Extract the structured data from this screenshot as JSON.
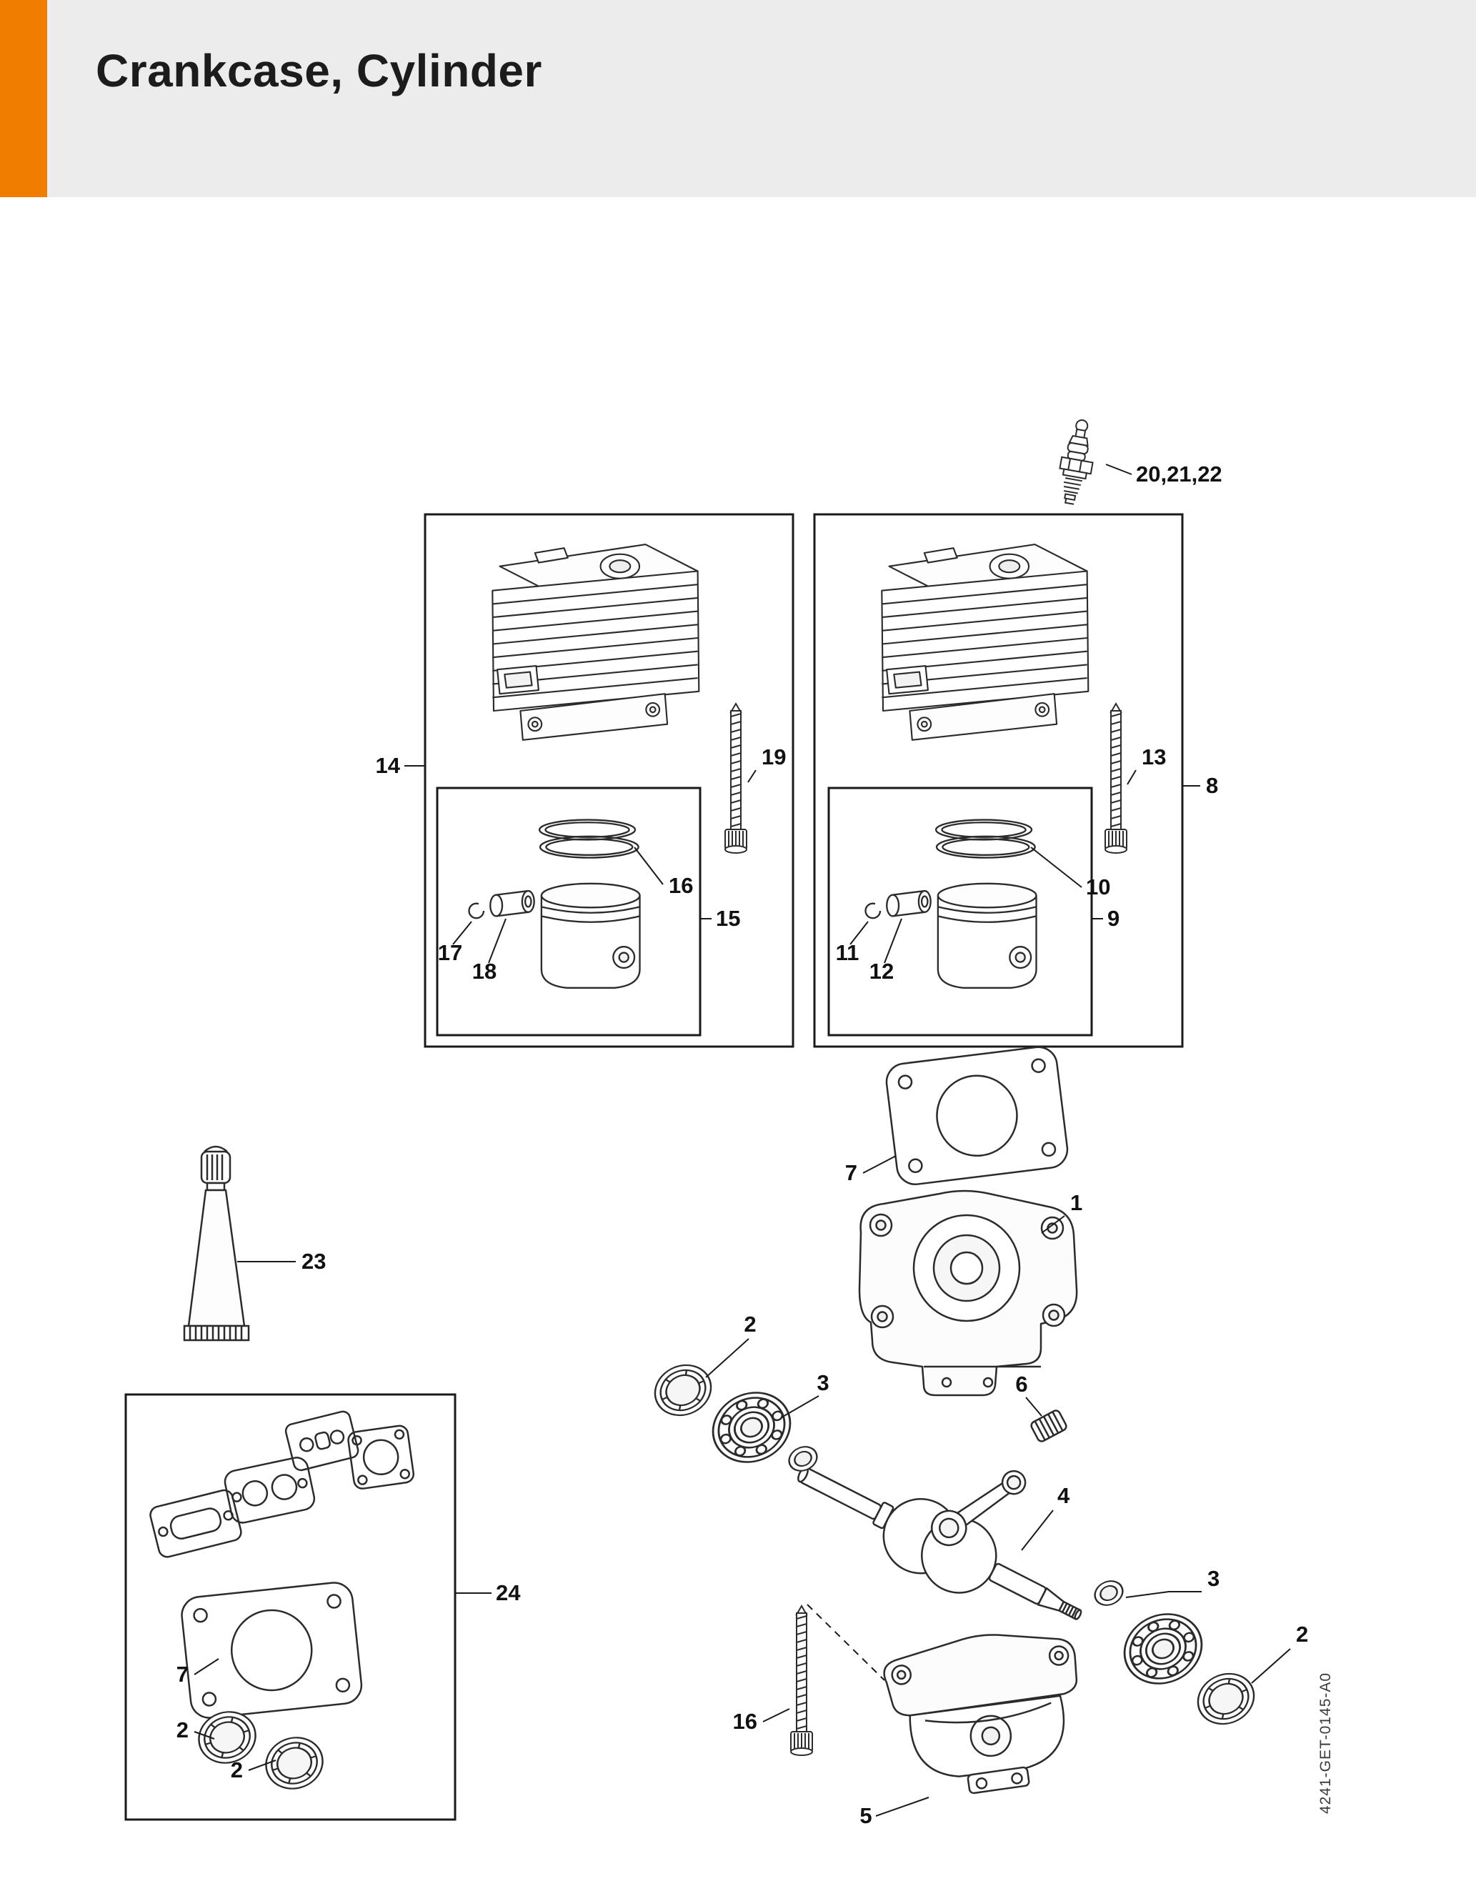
{
  "page": {
    "title": "Crankcase, Cylinder",
    "doc_code": "4241-GET-0145-A0"
  },
  "colors": {
    "accent": "#F07C00",
    "header_bg": "#ECECEC",
    "line": "#2B2B2B"
  },
  "callouts": {
    "c14": "14",
    "c19": "19",
    "c16a": "16",
    "c15": "15",
    "c17": "17",
    "c18": "18",
    "c13": "13",
    "c8": "8",
    "c10": "10",
    "c9": "9",
    "c11": "11",
    "c12": "12",
    "c20_21_22": "20,21,22",
    "c7a": "7",
    "c1": "1",
    "c2a": "2",
    "c3a": "3",
    "c6": "6",
    "c4": "4",
    "c3b": "3",
    "c2b": "2",
    "c5": "5",
    "c16b": "16",
    "c23": "23",
    "c24": "24",
    "c7b": "7",
    "c2c": "2",
    "c2d": "2"
  }
}
